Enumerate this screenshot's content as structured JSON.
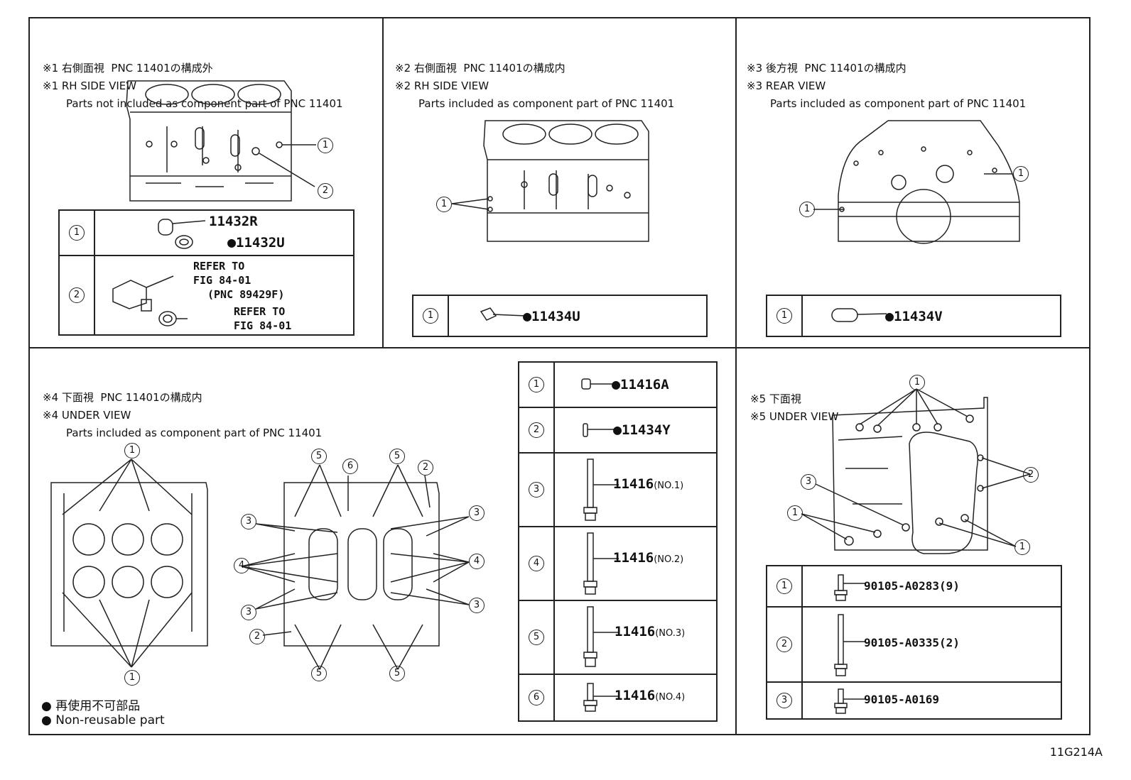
{
  "panels": {
    "p1": {
      "jp": "※1 右側面視  PNC 11401の構成外",
      "en": "※1 RH SIDE VIEW",
      "desc": "Parts not included as component part of PNC 11401"
    },
    "p2": {
      "jp": "※2 右側面視  PNC 11401の構成内",
      "en": "※2 RH SIDE VIEW",
      "desc": "Parts included as component part of PNC 11401"
    },
    "p3": {
      "jp": "※3 後方視  PNC 11401の構成内",
      "en": "※3 REAR VIEW",
      "desc": "Parts included as component part of PNC 11401"
    },
    "p4": {
      "jp": "※4 下面視  PNC 11401の構成内",
      "en": "※4 UNDER VIEW",
      "desc": "Parts included as component part of PNC 11401"
    },
    "p5": {
      "jp": "※5 下面視",
      "en": "※5 UNDER VIEW"
    }
  },
  "table1": {
    "r1": {
      "num": "1",
      "pn1": "11432R",
      "pn2": "11432U"
    },
    "r2": {
      "num": "2",
      "ref1a": "REFER TO",
      "ref1b": "FIG 84-01",
      "ref1c": "(PNC 89429F)",
      "ref2a": "REFER TO",
      "ref2b": "FIG 84-01"
    }
  },
  "table2": {
    "num": "1",
    "pn": "11434U"
  },
  "table3": {
    "num": "1",
    "pn": "11434V"
  },
  "table4": [
    {
      "num": "1",
      "pn": "11416A",
      "note": ""
    },
    {
      "num": "2",
      "pn": "11434Y",
      "note": ""
    },
    {
      "num": "3",
      "pn": "11416",
      "note": "(NO.1)"
    },
    {
      "num": "4",
      "pn": "11416",
      "note": "(NO.2)"
    },
    {
      "num": "5",
      "pn": "11416",
      "note": "(NO.3)"
    },
    {
      "num": "6",
      "pn": "11416",
      "note": "(NO.4)"
    }
  ],
  "table5": [
    {
      "num": "1",
      "pn": "90105-A0283(9)"
    },
    {
      "num": "2",
      "pn": "90105-A0335(2)"
    },
    {
      "num": "3",
      "pn": "90105-A0169"
    }
  ],
  "callouts": {
    "c1": "1",
    "c2": "2",
    "c3": "3",
    "c4": "4",
    "c5": "5",
    "c6": "6"
  },
  "legend": {
    "jp": "再使用不可部品",
    "en": "Non-reusable part",
    "bullet": "●"
  },
  "figure_code": "11G214A"
}
